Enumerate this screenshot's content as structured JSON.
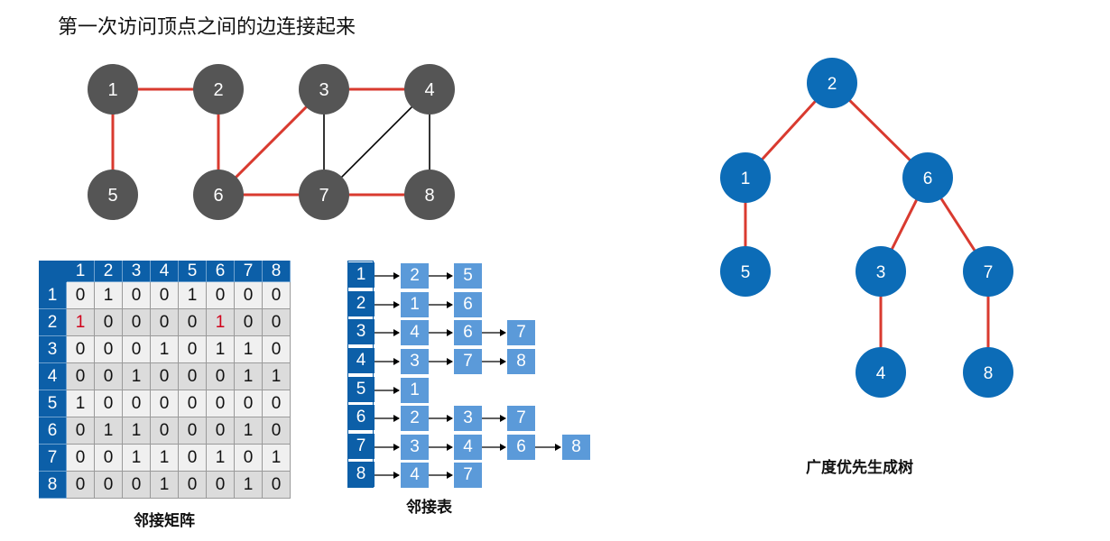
{
  "title": "第一次访问顶点之间的边连接起来",
  "colors": {
    "graph_node": "#555555",
    "tree_node": "#0c6cb7",
    "tree_edge": "#d93a2f",
    "edge_black": "#000000",
    "matrix_header": "#0c5fa8",
    "list_node": "#5b9ad9",
    "highlight": "#d0021b"
  },
  "graph": {
    "nodes": [
      {
        "id": "1",
        "label": "1"
      },
      {
        "id": "2",
        "label": "2"
      },
      {
        "id": "3",
        "label": "3"
      },
      {
        "id": "4",
        "label": "4"
      },
      {
        "id": "5",
        "label": "5"
      },
      {
        "id": "6",
        "label": "6"
      },
      {
        "id": "7",
        "label": "7"
      },
      {
        "id": "8",
        "label": "8"
      }
    ],
    "edges": [
      {
        "from": "1",
        "to": "2",
        "tree": true
      },
      {
        "from": "1",
        "to": "5",
        "tree": true
      },
      {
        "from": "2",
        "to": "6",
        "tree": true
      },
      {
        "from": "3",
        "to": "6",
        "tree": true
      },
      {
        "from": "6",
        "to": "7",
        "tree": true
      },
      {
        "from": "3",
        "to": "4",
        "tree": true
      },
      {
        "from": "7",
        "to": "8",
        "tree": true
      },
      {
        "from": "3",
        "to": "7",
        "tree": false
      },
      {
        "from": "4",
        "to": "7",
        "tree": false
      },
      {
        "from": "4",
        "to": "8",
        "tree": false
      }
    ]
  },
  "matrix": {
    "caption": "邻接矩阵",
    "headers": [
      "1",
      "2",
      "3",
      "4",
      "5",
      "6",
      "7",
      "8"
    ],
    "rows": [
      [
        "0",
        "1",
        "0",
        "0",
        "1",
        "0",
        "0",
        "0"
      ],
      [
        "1",
        "0",
        "0",
        "0",
        "0",
        "1",
        "0",
        "0"
      ],
      [
        "0",
        "0",
        "0",
        "1",
        "0",
        "1",
        "1",
        "0"
      ],
      [
        "0",
        "0",
        "1",
        "0",
        "0",
        "0",
        "1",
        "1"
      ],
      [
        "1",
        "0",
        "0",
        "0",
        "0",
        "0",
        "0",
        "0"
      ],
      [
        "0",
        "1",
        "1",
        "0",
        "0",
        "0",
        "1",
        "0"
      ],
      [
        "0",
        "0",
        "1",
        "1",
        "0",
        "1",
        "0",
        "1"
      ],
      [
        "0",
        "0",
        "0",
        "1",
        "0",
        "0",
        "1",
        "0"
      ]
    ],
    "highlighted": [
      [
        1,
        0
      ],
      [
        1,
        5
      ]
    ]
  },
  "adjacency_list": {
    "caption": "邻接表",
    "rows": [
      {
        "head": "1",
        "items": [
          "2",
          "5"
        ]
      },
      {
        "head": "2",
        "items": [
          "1",
          "6"
        ]
      },
      {
        "head": "3",
        "items": [
          "4",
          "6",
          "7"
        ]
      },
      {
        "head": "4",
        "items": [
          "3",
          "7",
          "8"
        ]
      },
      {
        "head": "5",
        "items": [
          "1"
        ]
      },
      {
        "head": "6",
        "items": [
          "2",
          "3",
          "7"
        ]
      },
      {
        "head": "7",
        "items": [
          "3",
          "4",
          "6",
          "8"
        ]
      },
      {
        "head": "8",
        "items": [
          "4",
          "7"
        ]
      }
    ]
  },
  "tree": {
    "caption": "广度优先生成树",
    "nodes": [
      {
        "id": "2",
        "label": "2"
      },
      {
        "id": "1",
        "label": "1"
      },
      {
        "id": "6",
        "label": "6"
      },
      {
        "id": "5",
        "label": "5"
      },
      {
        "id": "3",
        "label": "3"
      },
      {
        "id": "7",
        "label": "7"
      },
      {
        "id": "4",
        "label": "4"
      },
      {
        "id": "8",
        "label": "8"
      }
    ],
    "edges": [
      {
        "from": "2",
        "to": "1"
      },
      {
        "from": "2",
        "to": "6"
      },
      {
        "from": "1",
        "to": "5"
      },
      {
        "from": "6",
        "to": "3"
      },
      {
        "from": "6",
        "to": "7"
      },
      {
        "from": "3",
        "to": "4"
      },
      {
        "from": "7",
        "to": "8"
      }
    ]
  }
}
